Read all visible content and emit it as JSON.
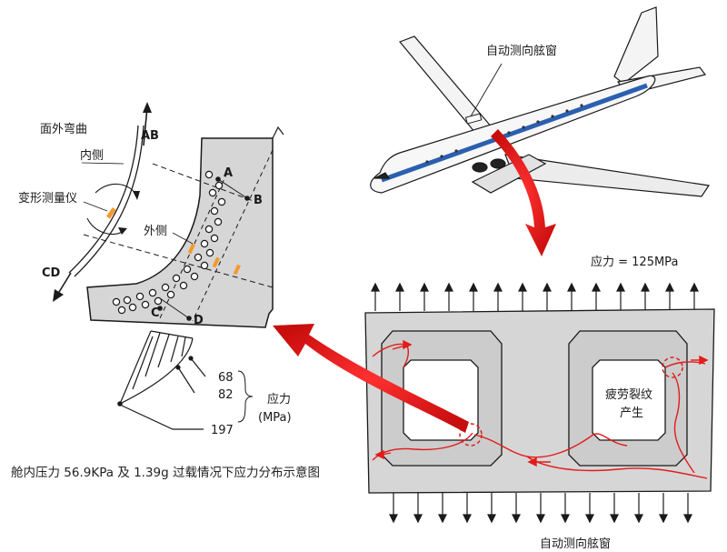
{
  "labels": {
    "bending": "面外弯曲",
    "inner": "内侧",
    "outer": "外侧",
    "gauge": "变形测量仪",
    "ab": "AB",
    "cd": "CD",
    "a": "A",
    "b": "B",
    "c": "C",
    "d": "D",
    "stress": "应力",
    "mpa": "(MPa)",
    "v68": "68",
    "v82": "82",
    "v197": "197"
  },
  "aircraft": {
    "window_label": "自动测向舷窗"
  },
  "panel": {
    "stress": "应力 = 125MPa",
    "crack_line1": "疲劳裂纹",
    "crack_line2": "产生",
    "bottom_label": "自动测向舷窗"
  },
  "caption": "舱内压力 56.9KPa 及 1.39g 过载情况下应力分布示意图",
  "colors": {
    "gray": "#d6d6d6",
    "red": "#e21b1b",
    "orange": "#f29a2e",
    "blue": "#2b5fb0"
  }
}
